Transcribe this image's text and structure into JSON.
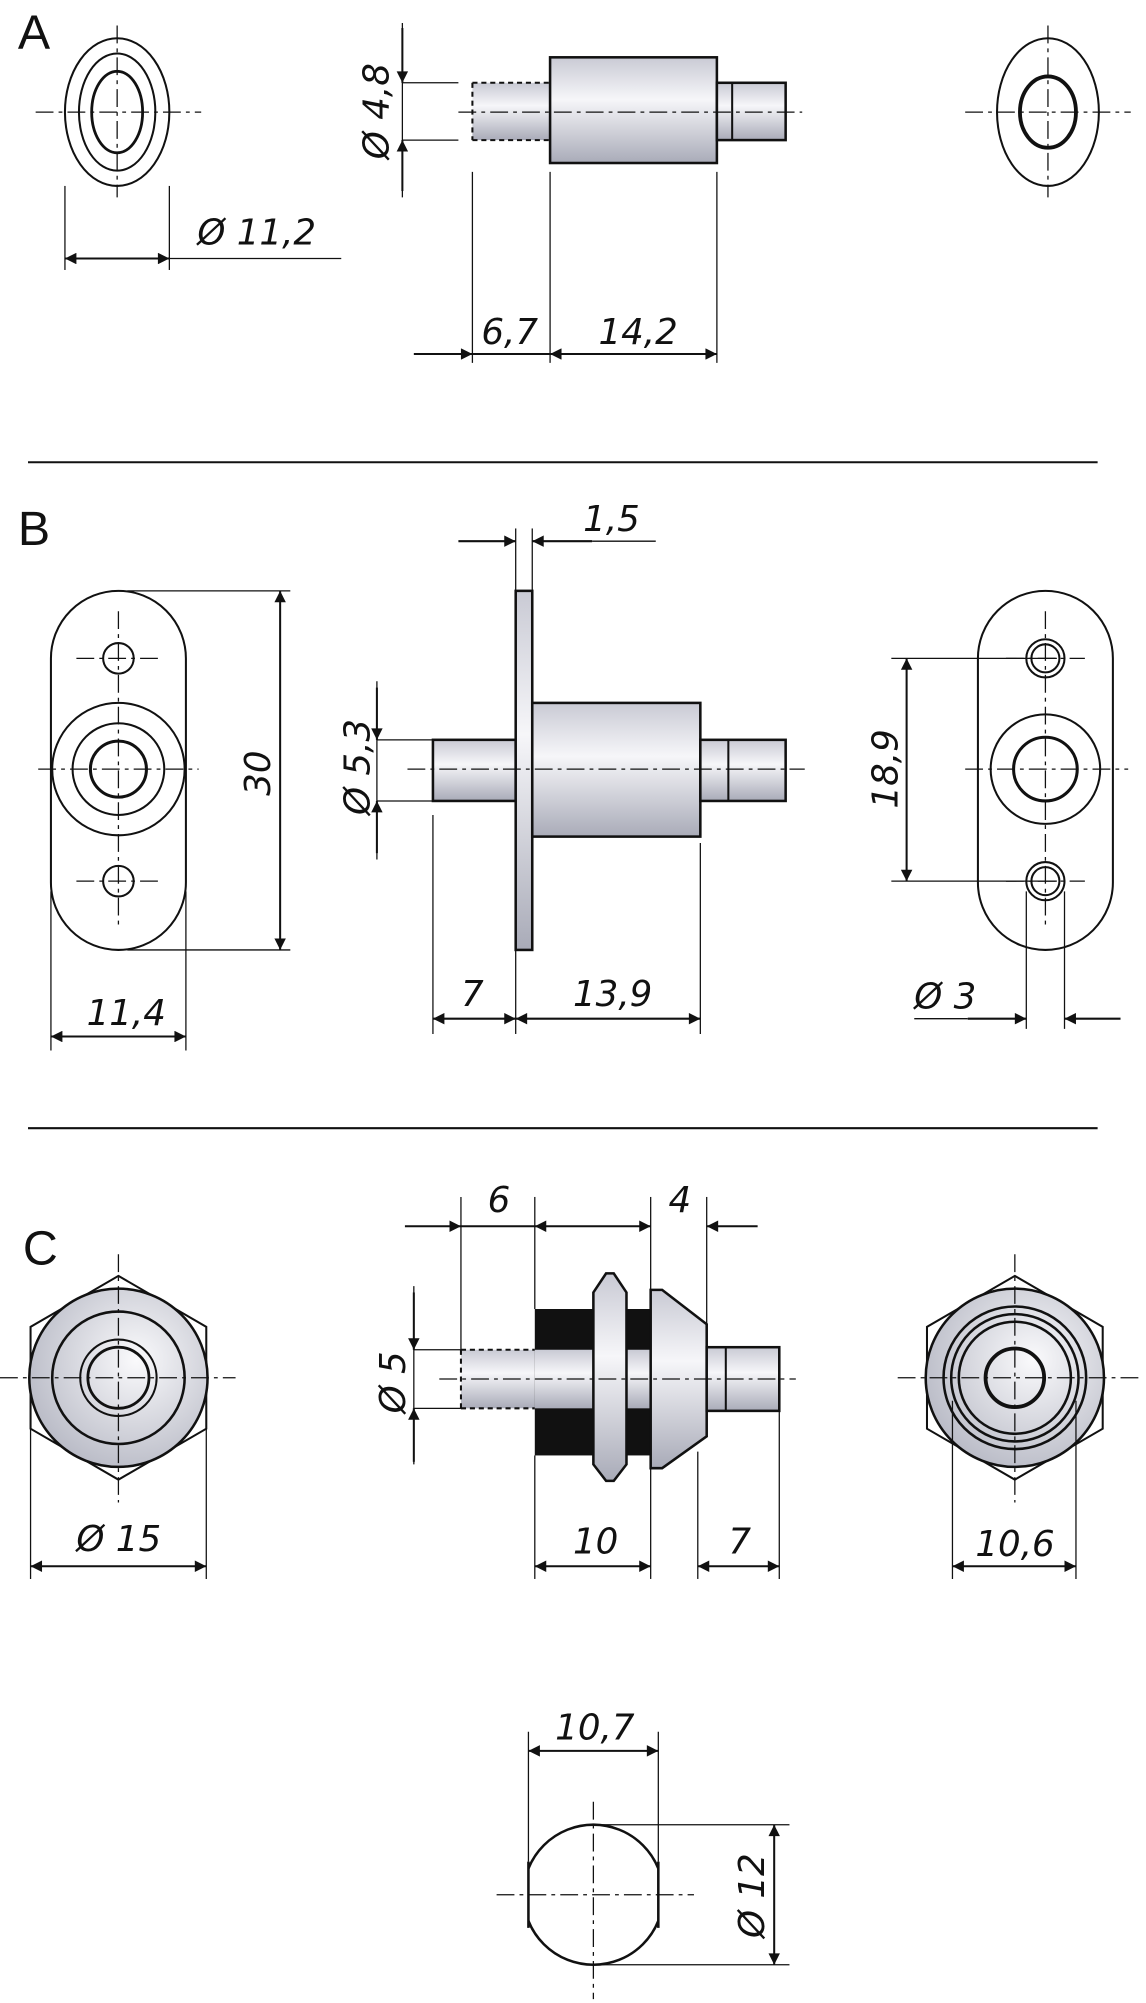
{
  "sections": {
    "a": {
      "label": "A",
      "dia_front": "Ø 11,2",
      "dia_shaft": "Ø 4,8",
      "len_shaft": "6,7",
      "len_body": "14,2"
    },
    "b": {
      "label": "B",
      "height": "30",
      "width": "11,4",
      "flange": "1,5",
      "dia_shaft": "Ø 5,3",
      "len_shaft": "7",
      "len_body": "13,9",
      "hole_spacing": "18,9",
      "hole_dia": "Ø 3"
    },
    "c": {
      "label": "C",
      "dia_hex": "Ø 15",
      "dia_shaft": "Ø 5",
      "len_shaft": "6",
      "len_flange": "4",
      "len_thread": "10",
      "len_pin": "7",
      "width_back": "10,6"
    },
    "cam": {
      "width": "10,7",
      "dia": "Ø 12"
    }
  },
  "colors": {
    "line": "#111111",
    "metal_light": "#f4f4f8",
    "metal_dark": "#a9abb8"
  }
}
